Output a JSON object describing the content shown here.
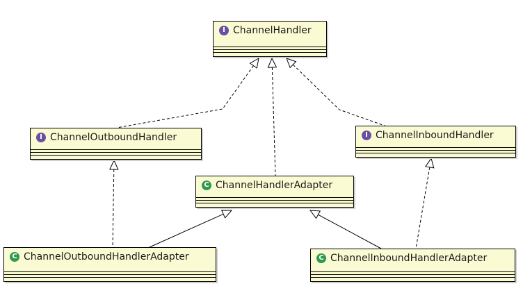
{
  "diagram": {
    "nodes": [
      {
        "id": "channel-handler",
        "name": "ChannelHandler",
        "kind": "interface",
        "icon": "I"
      },
      {
        "id": "channel-outbound-handler",
        "name": "ChannelOutboundHandler",
        "kind": "interface",
        "icon": "I"
      },
      {
        "id": "channel-inbound-handler",
        "name": "ChannelInboundHandler",
        "kind": "interface",
        "icon": "I"
      },
      {
        "id": "channel-handler-adapter",
        "name": "ChannelHandlerAdapter",
        "kind": "class",
        "icon": "C"
      },
      {
        "id": "channel-outbound-handler-adapter",
        "name": "ChannelOutboundHandlerAdapter",
        "kind": "class",
        "icon": "C"
      },
      {
        "id": "channel-inbound-handler-adapter",
        "name": "ChannelInboundHandlerAdapter",
        "kind": "class",
        "icon": "C"
      }
    ],
    "edges": [
      {
        "from": "channel-outbound-handler",
        "to": "channel-handler",
        "type": "realization"
      },
      {
        "from": "channel-handler-adapter",
        "to": "channel-handler",
        "type": "realization"
      },
      {
        "from": "channel-inbound-handler",
        "to": "channel-handler",
        "type": "realization"
      },
      {
        "from": "channel-outbound-handler-adapter",
        "to": "channel-outbound-handler",
        "type": "realization"
      },
      {
        "from": "channel-outbound-handler-adapter",
        "to": "channel-handler-adapter",
        "type": "generalization"
      },
      {
        "from": "channel-inbound-handler-adapter",
        "to": "channel-handler-adapter",
        "type": "generalization"
      },
      {
        "from": "channel-inbound-handler-adapter",
        "to": "channel-inbound-handler",
        "type": "realization"
      }
    ],
    "colors": {
      "box_fill": "#fbfbd3",
      "interface_icon": "#6b4fa3",
      "class_icon": "#2f9a4f",
      "line": "#000000"
    }
  }
}
